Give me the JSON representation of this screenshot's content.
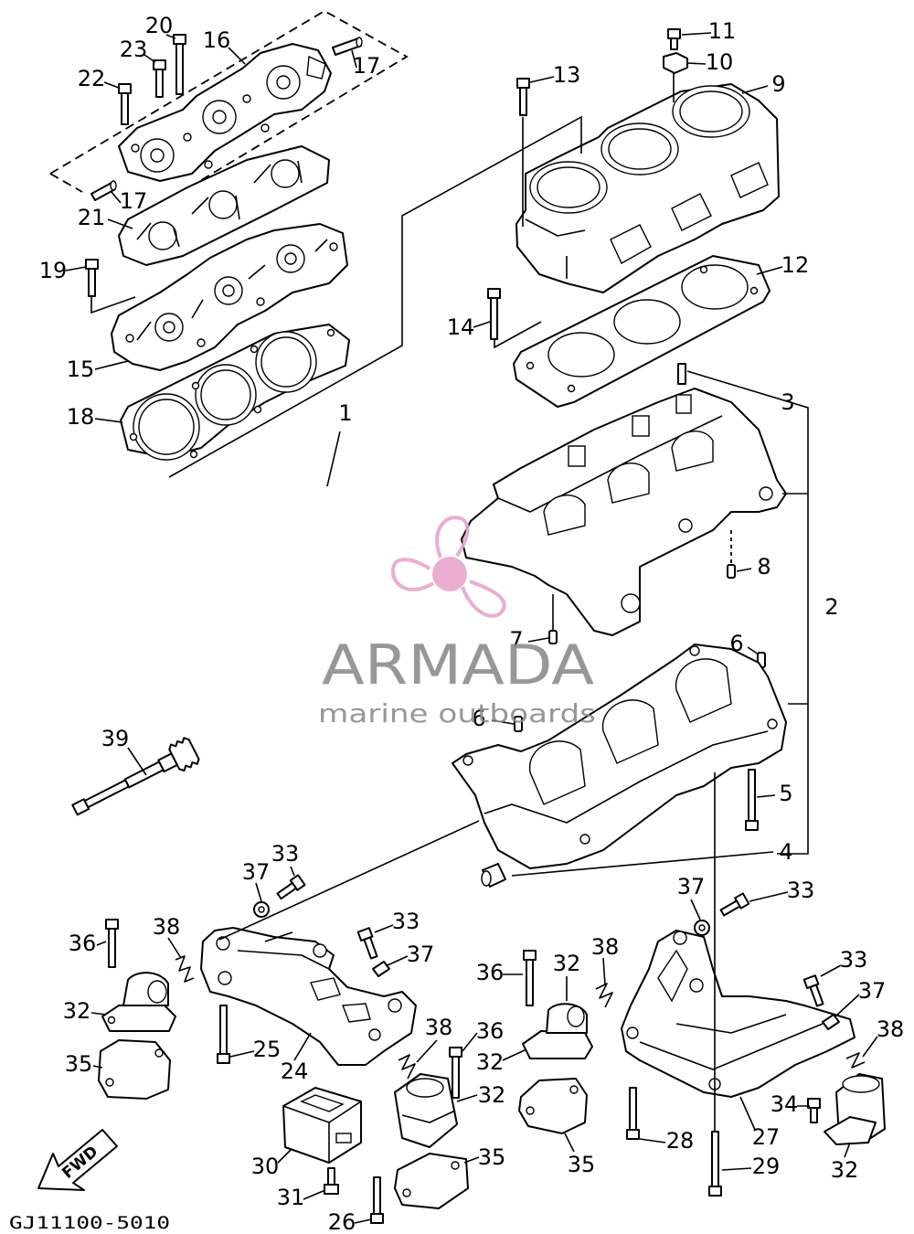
{
  "diagram": {
    "code": "GJ11100-5010",
    "fwd_label": "FWD",
    "labels": [
      "20",
      "16",
      "23",
      "17",
      "22",
      "17",
      "21",
      "19",
      "15",
      "18",
      "1",
      "11",
      "10",
      "13",
      "9",
      "12",
      "14",
      "3",
      "8",
      "2",
      "7",
      "6",
      "6",
      "39",
      "5",
      "4",
      "37",
      "33",
      "37",
      "33",
      "36",
      "38",
      "33",
      "37",
      "32",
      "38",
      "36",
      "33",
      "37",
      "32",
      "25",
      "24",
      "38",
      "36",
      "38",
      "32",
      "35",
      "32",
      "34",
      "27",
      "28",
      "30",
      "35",
      "35",
      "29",
      "32",
      "31",
      "26"
    ]
  },
  "watermark": {
    "brand": "ARMADA",
    "tagline": "marine outboards"
  },
  "colors": {
    "line": "#000000",
    "background": "#ffffff",
    "watermark_text": "#8c8c8c",
    "watermark_logo": "#e8a6cc"
  }
}
